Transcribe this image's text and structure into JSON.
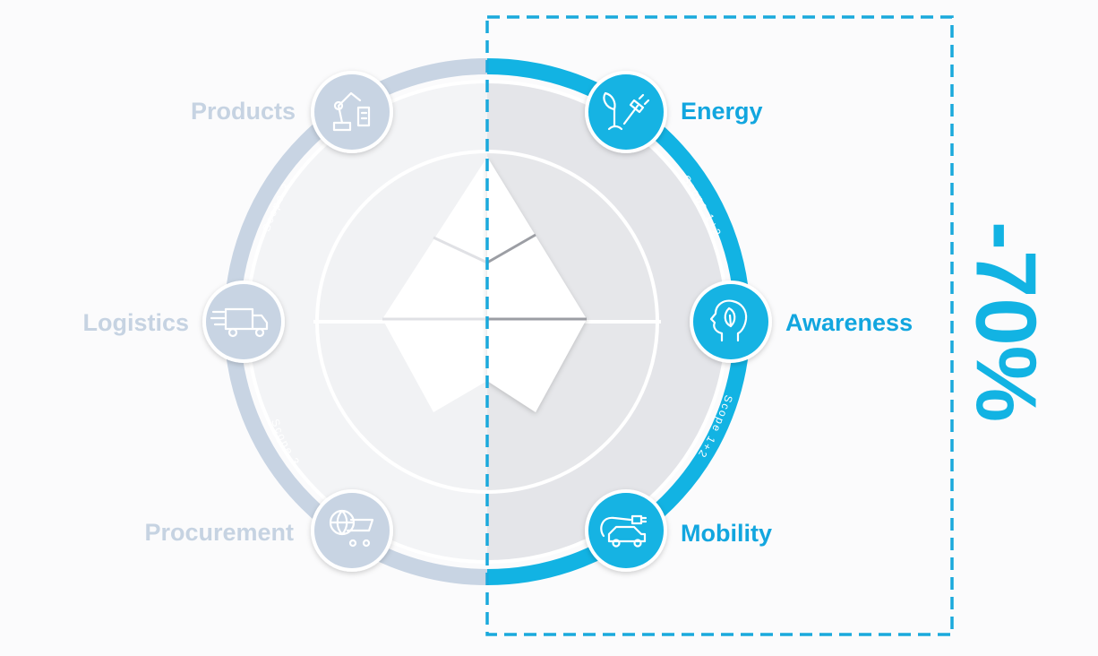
{
  "colors": {
    "active": "#12b3e3",
    "inactive": "#c8d4e3",
    "inactive_text": "#c6d3e2",
    "active_text": "#12a6df"
  },
  "nodes": {
    "products": {
      "label": "Products",
      "icon": "robot-arm-icon",
      "state": "inactive"
    },
    "logistics": {
      "label": "Logistics",
      "icon": "delivery-truck-icon",
      "state": "inactive"
    },
    "procurement": {
      "label": "Procurement",
      "icon": "globe-cart-icon",
      "state": "inactive"
    },
    "energy": {
      "label": "Energy",
      "icon": "plant-plug-icon",
      "state": "active"
    },
    "awareness": {
      "label": "Awareness",
      "icon": "head-leaf-icon",
      "state": "active"
    },
    "mobility": {
      "label": "Mobility",
      "icon": "electric-car-icon",
      "state": "active"
    }
  },
  "scopes": {
    "left_upper": "Scope 3",
    "left_lower": "Scope 3",
    "right_upper": "Scope 1+2",
    "right_lower": "Scope 1+2"
  },
  "reduction": {
    "value": "-70%"
  }
}
